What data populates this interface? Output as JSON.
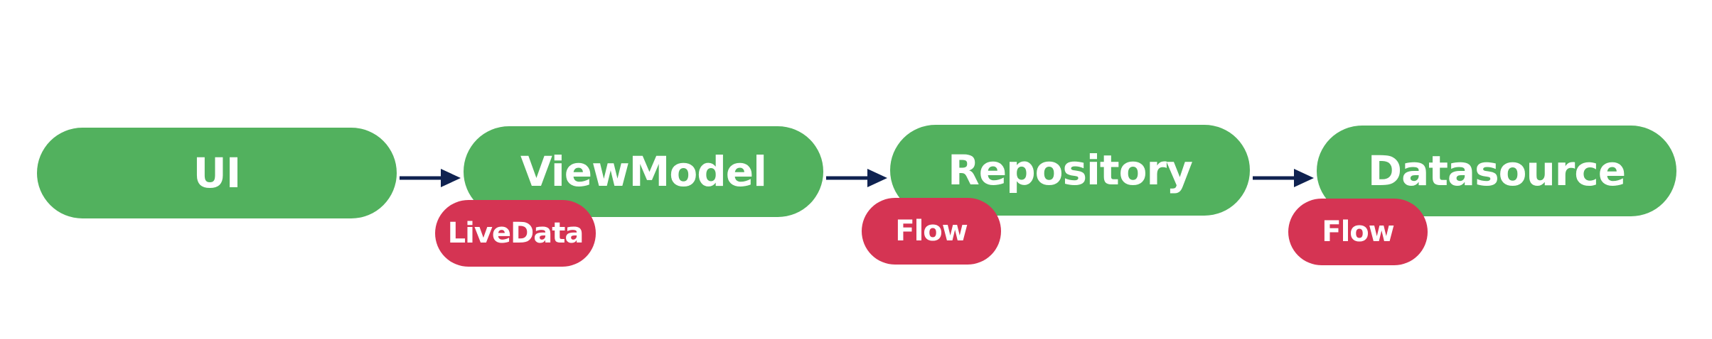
{
  "diagram": {
    "nodes": [
      {
        "id": "ui",
        "label": "UI"
      },
      {
        "id": "viewmodel",
        "label": "ViewModel"
      },
      {
        "id": "repository",
        "label": "Repository"
      },
      {
        "id": "datasource",
        "label": "Datasource"
      }
    ],
    "tags": [
      {
        "attached_to": "viewmodel",
        "label": "LiveData"
      },
      {
        "attached_to": "repository",
        "label": "Flow"
      },
      {
        "attached_to": "datasource",
        "label": "Flow"
      }
    ],
    "edges": [
      {
        "from": "ui",
        "to": "viewmodel"
      },
      {
        "from": "viewmodel",
        "to": "repository"
      },
      {
        "from": "repository",
        "to": "datasource"
      }
    ]
  },
  "colors": {
    "node": "#52b15e",
    "tag": "#d53453",
    "arrow": "#0f2250",
    "text": "#ffffff"
  }
}
